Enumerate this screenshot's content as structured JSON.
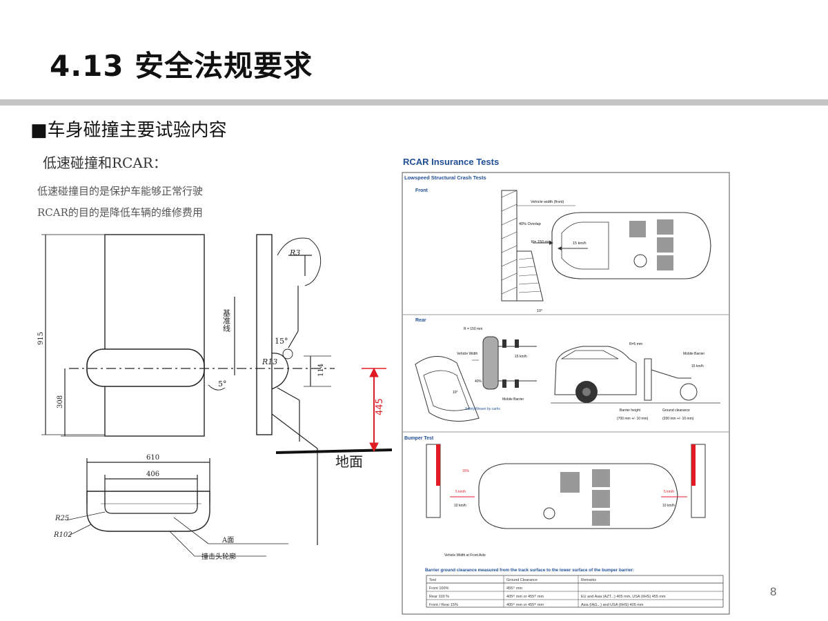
{
  "slide": {
    "title": "4.13 安全法规要求",
    "subtitle": "■车身碰撞主要试验内容",
    "page_number": "8"
  },
  "left": {
    "heading": "低速碰撞和RCAR：",
    "line1": "低速碰撞目的是保护车能够正常行驶",
    "line2": "RCAR的目的是降低车辆的维修费用",
    "labels": {
      "r3": "R3",
      "datum_line": "基准线",
      "dim_915": "915",
      "angle_15": "15°",
      "r13": "R13",
      "dim_114": "114",
      "angle_5": "5°",
      "dim_308": "308",
      "dim_445": "445",
      "ground": "地面",
      "dim_610": "610",
      "dim_406": "406",
      "r25": "R25",
      "r102": "R102",
      "a_surface": "A面",
      "impactor_head": "撞击头轮廓"
    }
  },
  "rcar": {
    "header": "RCAR Insurance Tests",
    "section_title": "Lowspeed Structural Crash Tests",
    "front": {
      "label": "Front",
      "vehicle_width": "Vehicle width (front)",
      "overlap": "40% Overlap",
      "radius": "R= 150 mm",
      "speed": "15 km/h",
      "angle": "10°"
    },
    "rear": {
      "label": "Rear",
      "radius": "R = 150 mm",
      "vehicle_width": "Vehicle Width",
      "speed": "15 km/h",
      "overlap": "40%",
      "angle": "10°",
      "mobile_barrier": "Mobile Barrier",
      "credit": "SafetyWissen by carhs",
      "r5": "R=5 mm",
      "mobile_barrier_2": "Mobile Barrier",
      "speed_2": "15 km/h",
      "barrier_height": "Barrier height",
      "barrier_height_value": "(700 mm +/- 10 mm)",
      "ground_clearance": "Ground clearance",
      "ground_clearance_value": "(200 mm +/- 10 mm)"
    },
    "bumper": {
      "label": "Bumper Test",
      "pct": "15%",
      "speed_left": "5 km/h",
      "speed_left_2": "10 km/h",
      "speed_right": "5 km/h",
      "speed_right_2": "10 km/h",
      "width_note": "Vehicle Width at Front Axle",
      "clearance_title": "Barrier ground clearance measured from the track surface to the lower surface of the bumper barrier:"
    },
    "table": {
      "headers": [
        "Test",
        "Ground Clearance",
        "Remarks"
      ],
      "rows": [
        [
          "Front 100%",
          "455¹⁾ mm",
          ""
        ],
        [
          "Rear 100 %",
          "405²⁾ mm or 455³⁾ mm",
          "EU and Asia (AZT...) 405 mm, USA (IIHS) 455 mm"
        ],
        [
          "Front / Rear 15%",
          "405²⁾ mm or 455³⁾ mm",
          "Asia (IAG...) and USA (IIHS) 405 mm"
        ]
      ]
    }
  },
  "colors": {
    "title_bar": "#c4c4c4",
    "rcar_blue": "#1f4e96",
    "red": "#e01b24"
  }
}
